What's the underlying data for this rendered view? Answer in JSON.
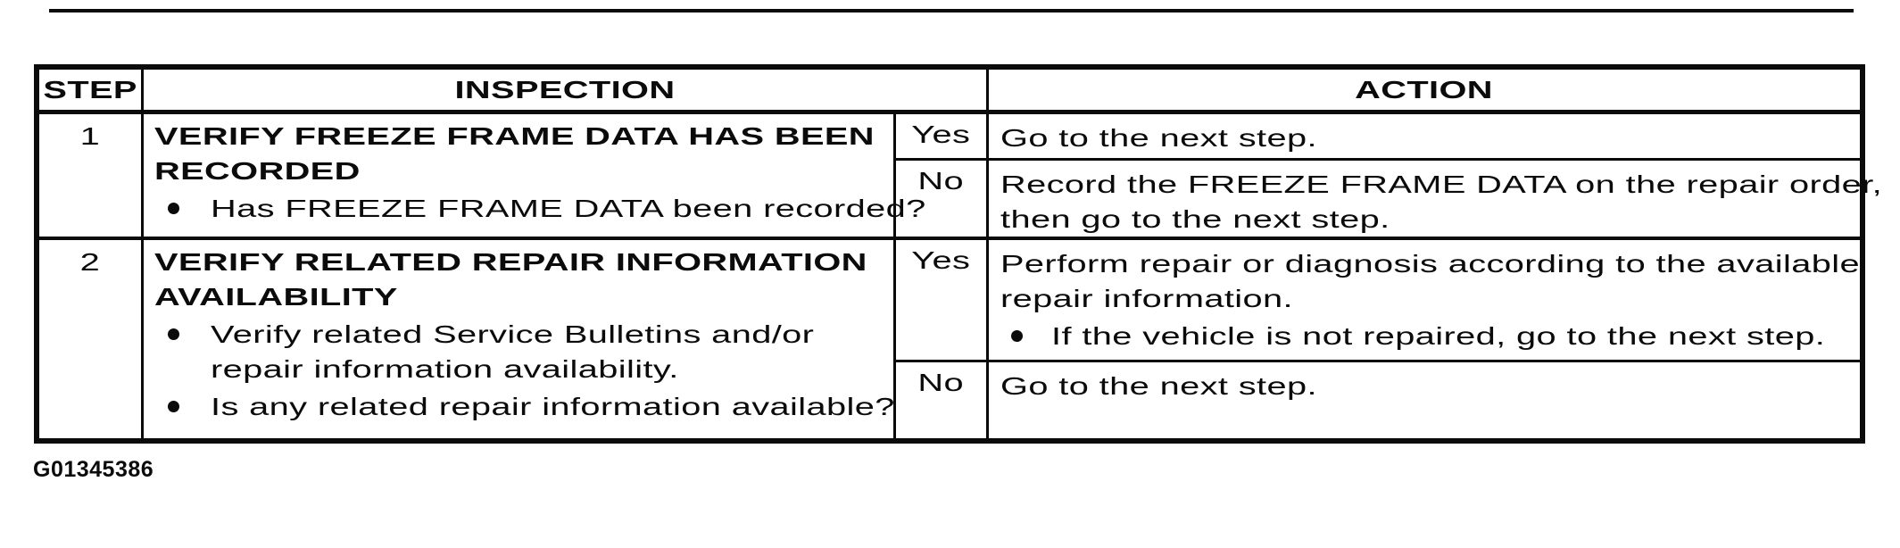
{
  "document": {
    "figure_code": "G01345386"
  },
  "table": {
    "headers": {
      "step": "STEP",
      "inspection": "INSPECTION",
      "action": "ACTION"
    },
    "steps": [
      {
        "number": "1",
        "inspection": {
          "title_lines": [
            "VERIFY FREEZE FRAME DATA HAS BEEN",
            "RECORDED"
          ],
          "bullets": [
            {
              "lines": [
                "Has FREEZE FRAME DATA been recorded?"
              ]
            }
          ]
        },
        "branches": [
          {
            "answer": "Yes",
            "action_lines": [
              "Go to the next step."
            ],
            "action_bullet": ""
          },
          {
            "answer": "No",
            "action_lines": [
              "Record the FREEZE FRAME DATA on the repair order,",
              "then go to the next step."
            ],
            "action_bullet": ""
          }
        ]
      },
      {
        "number": "2",
        "inspection": {
          "title_lines": [
            "VERIFY RELATED REPAIR INFORMATION",
            "AVAILABILITY"
          ],
          "bullets": [
            {
              "lines": [
                "Verify related Service Bulletins and/or",
                "repair information availability."
              ]
            },
            {
              "lines": [
                "Is any related repair information available?"
              ]
            }
          ]
        },
        "branches": [
          {
            "answer": "Yes",
            "action_lines": [
              "Perform repair or diagnosis according to the available",
              "repair information."
            ],
            "action_bullet": "If the vehicle is not repaired, go to the next step."
          },
          {
            "answer": "No",
            "action_lines": [
              "Go to the next step."
            ],
            "action_bullet": ""
          }
        ]
      }
    ]
  },
  "colors": {
    "ink": "#0b0b0b",
    "paper": "#ffffff"
  }
}
